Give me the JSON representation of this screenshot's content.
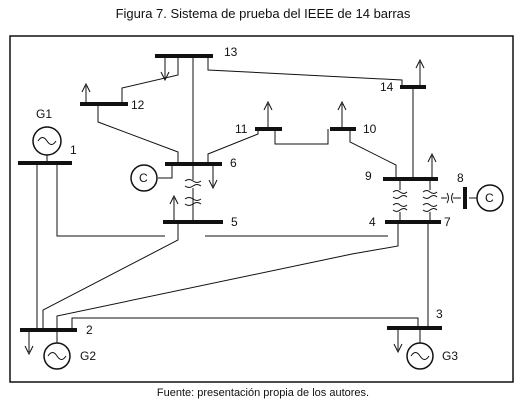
{
  "figure": {
    "title": "Figura 7. Sistema de prueba del IEEE de 14 barras",
    "source": "Fuente: presentación propia de los autores."
  },
  "buses": {
    "b1": "1",
    "b2": "2",
    "b3": "3",
    "b4": "4",
    "b5": "5",
    "b6": "6",
    "b7": "7",
    "b8": "8",
    "b9": "9",
    "b10": "10",
    "b11": "11",
    "b12": "12",
    "b13": "13",
    "b14": "14"
  },
  "generators": {
    "g1": "G1",
    "g2": "G2",
    "g3": "G3"
  },
  "condensers": {
    "c6": "C",
    "c8": "C"
  },
  "icons": {
    "generator": "sine-wave-icon",
    "load": "arrow-icon",
    "transformer": "transformer-coil-icon"
  }
}
